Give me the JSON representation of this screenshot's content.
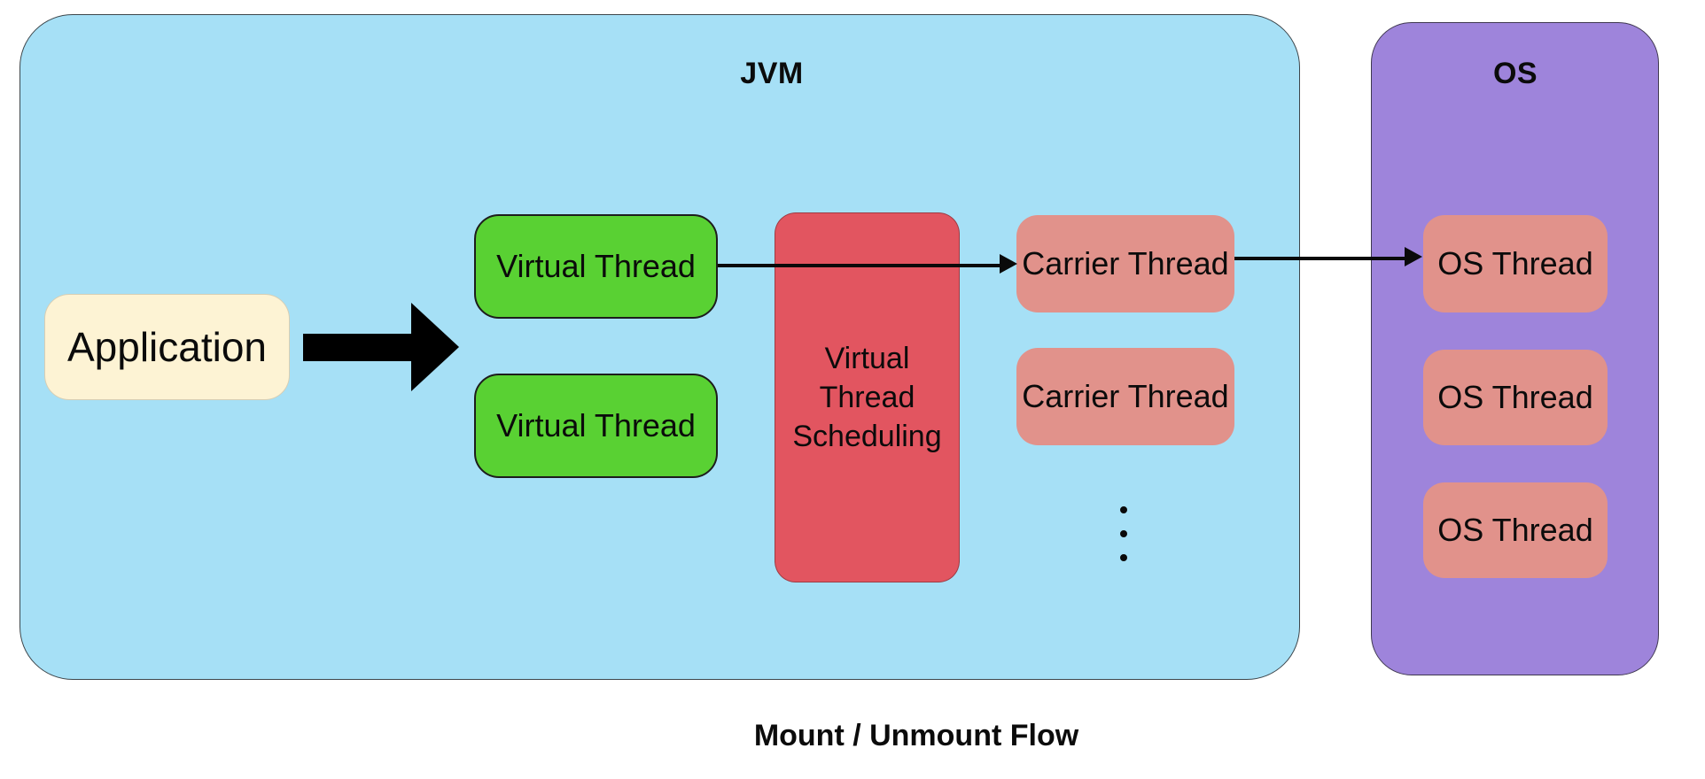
{
  "caption": "Mount / Unmount Flow",
  "jvm": {
    "title": "JVM",
    "application": {
      "label": "Application"
    },
    "virtual_threads": [
      {
        "label": "Virtual Thread"
      },
      {
        "label": "Virtual Thread"
      }
    ],
    "scheduler": {
      "label": "Virtual Thread Scheduling"
    },
    "carrier_threads": [
      {
        "label": "Carrier Thread"
      },
      {
        "label": "Carrier Thread"
      }
    ],
    "ellipsis_icon": "vertical-ellipsis-dots"
  },
  "os": {
    "title": "OS",
    "threads": [
      {
        "label": "OS Thread"
      },
      {
        "label": "OS Thread"
      },
      {
        "label": "OS Thread"
      }
    ]
  },
  "arrows": [
    {
      "from": "application",
      "to": "virtual-threads",
      "style": "thick-black"
    },
    {
      "from": "virtual-thread-1",
      "to": "carrier-thread-1",
      "style": "thin-black"
    },
    {
      "from": "carrier-thread-1",
      "to": "os-thread-1",
      "style": "thin-black"
    }
  ],
  "colors": {
    "background": "#ffffff",
    "jvm_container": "#a6e0f6",
    "os_container": "#9e84db",
    "virtual_thread": "#59d133",
    "scheduler": "#e25560",
    "carrier_and_os_thread": "#e1928b",
    "application": "#fdf3d4",
    "arrow": "#000000",
    "text": "#0b0b0b"
  }
}
